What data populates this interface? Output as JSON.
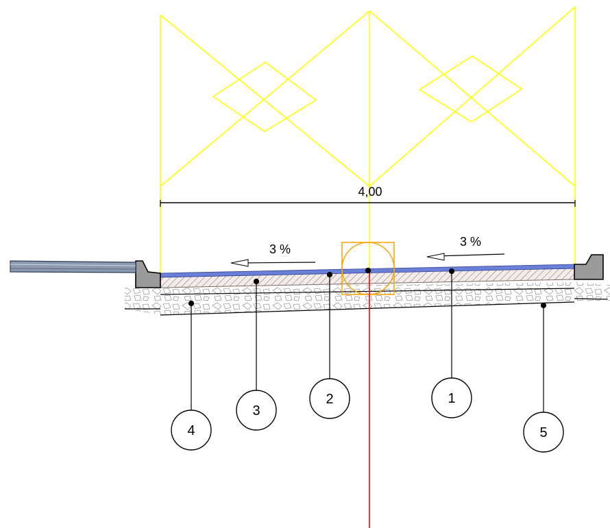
{
  "dimension": {
    "text": "4,00"
  },
  "slopes": [
    {
      "text": "3 %"
    },
    {
      "text": "3 %"
    }
  ],
  "callouts": [
    {
      "number": "1"
    },
    {
      "number": "2"
    },
    {
      "number": "3"
    },
    {
      "number": "4"
    },
    {
      "number": "5"
    }
  ],
  "colors": {
    "construction": "#ffff00",
    "axis": "#ff0000",
    "surface": "#6a7fd6",
    "marker": "#f5a300",
    "curb": "#9a9a9a"
  }
}
